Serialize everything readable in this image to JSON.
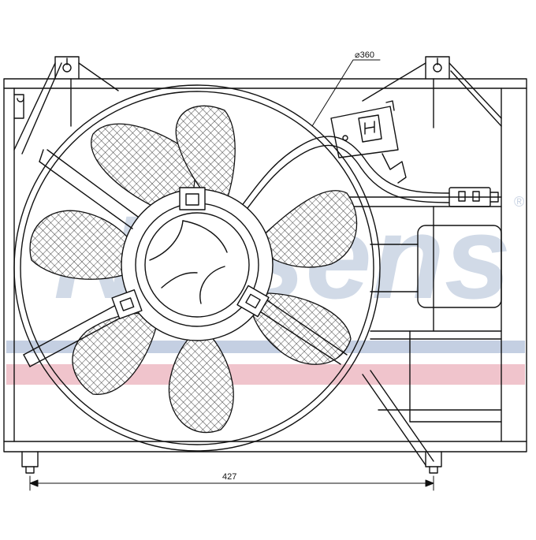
{
  "watermark": {
    "brand": "Nissens",
    "registered_mark": "®",
    "color": "#c9d3e3",
    "band_blue": "#c4cfe2",
    "band_red": "#f0c4cc"
  },
  "dimensions": {
    "fan_diameter": "⌀360",
    "mount_spacing": "427"
  },
  "colors": {
    "line": "#111111",
    "hatch": "#444444",
    "background": "#ffffff"
  }
}
